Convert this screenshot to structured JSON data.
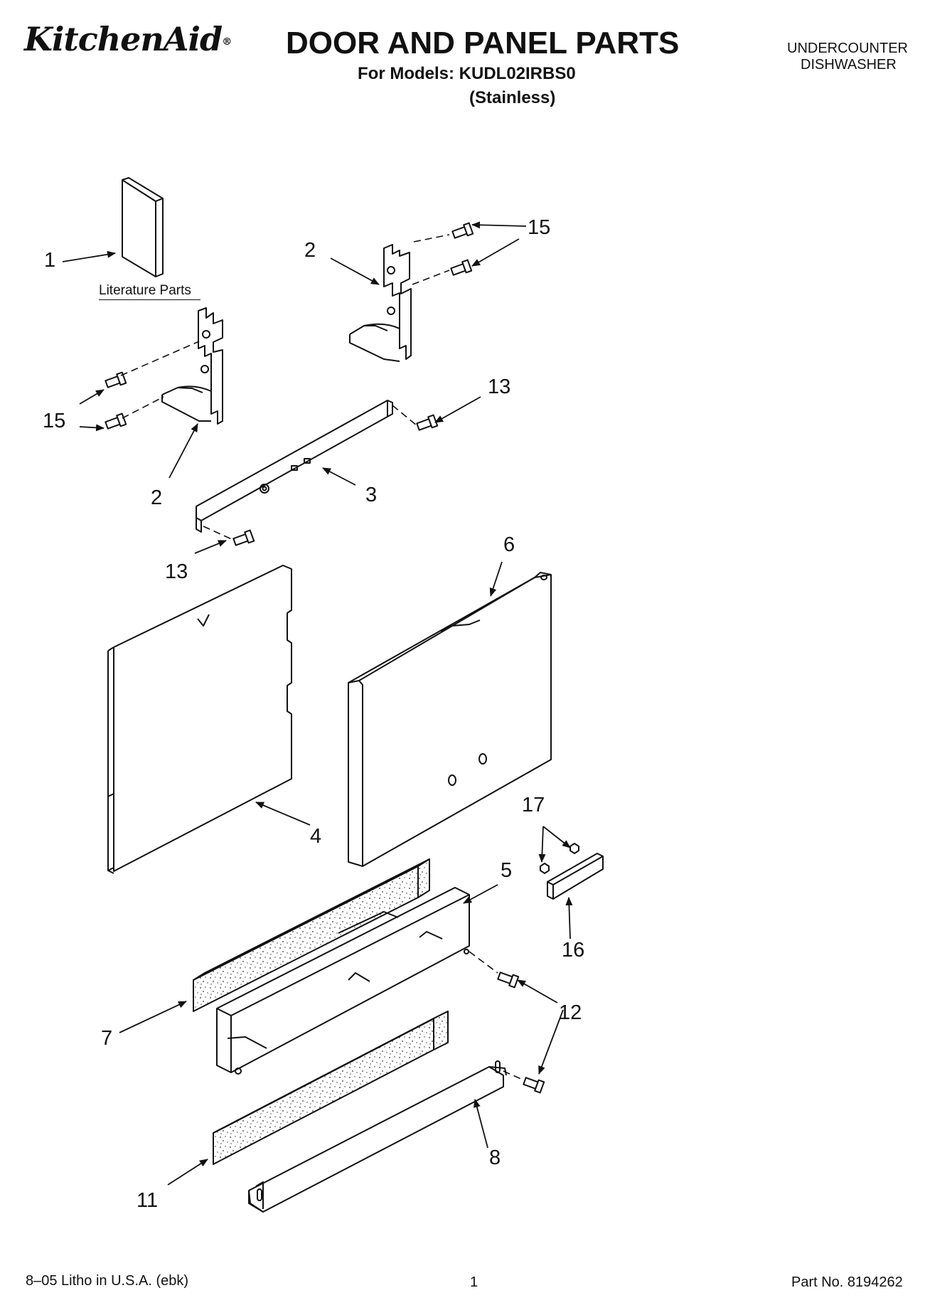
{
  "header": {
    "brand": "KitchenAid",
    "brand_mark": "®",
    "title": "DOOR AND PANEL PARTS",
    "models_line": "For Models: KUDL02IRBS0",
    "finish": "(Stainless)",
    "appliance_line1": "UNDERCOUNTER",
    "appliance_line2": "DISHWASHER"
  },
  "diagram": {
    "literature_label": "Literature Parts",
    "callouts": {
      "c1": "1",
      "c2a": "2",
      "c2b": "2",
      "c3": "3",
      "c4": "4",
      "c5": "5",
      "c6": "6",
      "c7": "7",
      "c8": "8",
      "c11": "11",
      "c12": "12",
      "c13a": "13",
      "c13b": "13",
      "c15a": "15",
      "c15b": "15",
      "c16": "16",
      "c17": "17"
    }
  },
  "footer": {
    "litho": "8–05 Litho in U.S.A. (ebk)",
    "page": "1",
    "part_no": "Part No. 8194262"
  }
}
